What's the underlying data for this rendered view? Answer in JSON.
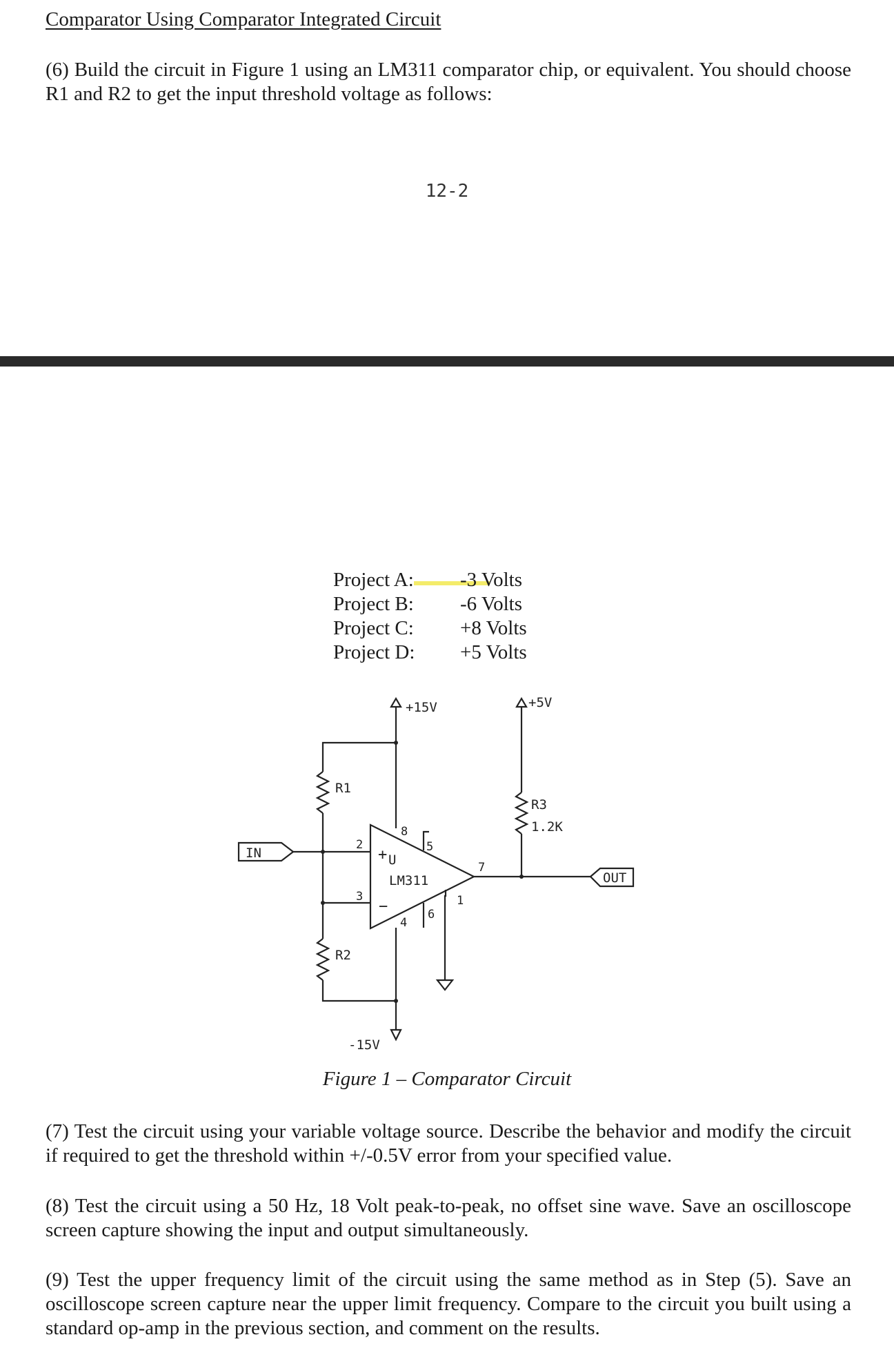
{
  "title": "Comparator Using Comparator Integrated Circuit",
  "paragraph_6": "(6) Build the circuit in Figure 1 using an LM311 comparator chip, or equivalent.  You should choose R1 and R2 to get the input threshold voltage as follows:",
  "page_number": "12-2",
  "projects": [
    {
      "label": "Project A:",
      "value": "-3 Volts"
    },
    {
      "label": "Project B:",
      "value": "-6 Volts"
    },
    {
      "label": "Project C:",
      "value": "+8 Volts"
    },
    {
      "label": "Project D:",
      "value": "+5 Volts"
    }
  ],
  "circuit": {
    "supply_pos_15": "+15V",
    "supply_pos_5": "+5V",
    "supply_neg_15": "-15V",
    "r1": "R1",
    "r2": "R2",
    "r3": "R3",
    "r3_value": "1.2K",
    "input_port": "IN",
    "output_port": "OUT",
    "chip_ref": "U",
    "chip_name": "LM311",
    "plus_sign": "+",
    "minus_sign": "−",
    "pin_2": "2",
    "pin_3": "3",
    "pin_8": "8",
    "pin_5": "5",
    "pin_4": "4",
    "pin_6": "6",
    "pin_7": "7",
    "pin_1": "1"
  },
  "figure_caption": "Figure 1 – Comparator Circuit",
  "paragraph_7": "(7) Test the circuit using your variable voltage source.  Describe the behavior and modify the circuit if required to get the threshold within +/-0.5V error from your specified value.",
  "paragraph_8": "(8) Test the circuit using a 50 Hz, 18 Volt peak-to-peak, no offset sine wave.  Save an oscilloscope screen capture showing the input and output simultaneously.",
  "paragraph_9": "(9) Test the upper frequency limit of the circuit using the same method as in Step (5).  Save an oscilloscope screen capture near the upper limit frequency.  Compare to the circuit you built using a standard op-amp in the previous section, and comment on the results."
}
